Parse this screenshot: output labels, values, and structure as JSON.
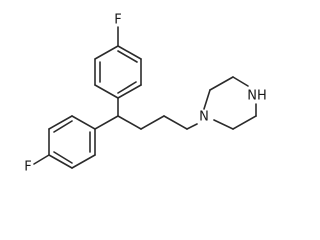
{
  "molecule": {
    "atoms": {
      "f_top": "F",
      "f_bottom": "F",
      "n_piperazine_left": "N",
      "n_piperazine_right_h": "NH"
    },
    "colors": {
      "bond": "#2b2b2b",
      "label": "#1a1a1a",
      "background": "#ffffff"
    }
  }
}
